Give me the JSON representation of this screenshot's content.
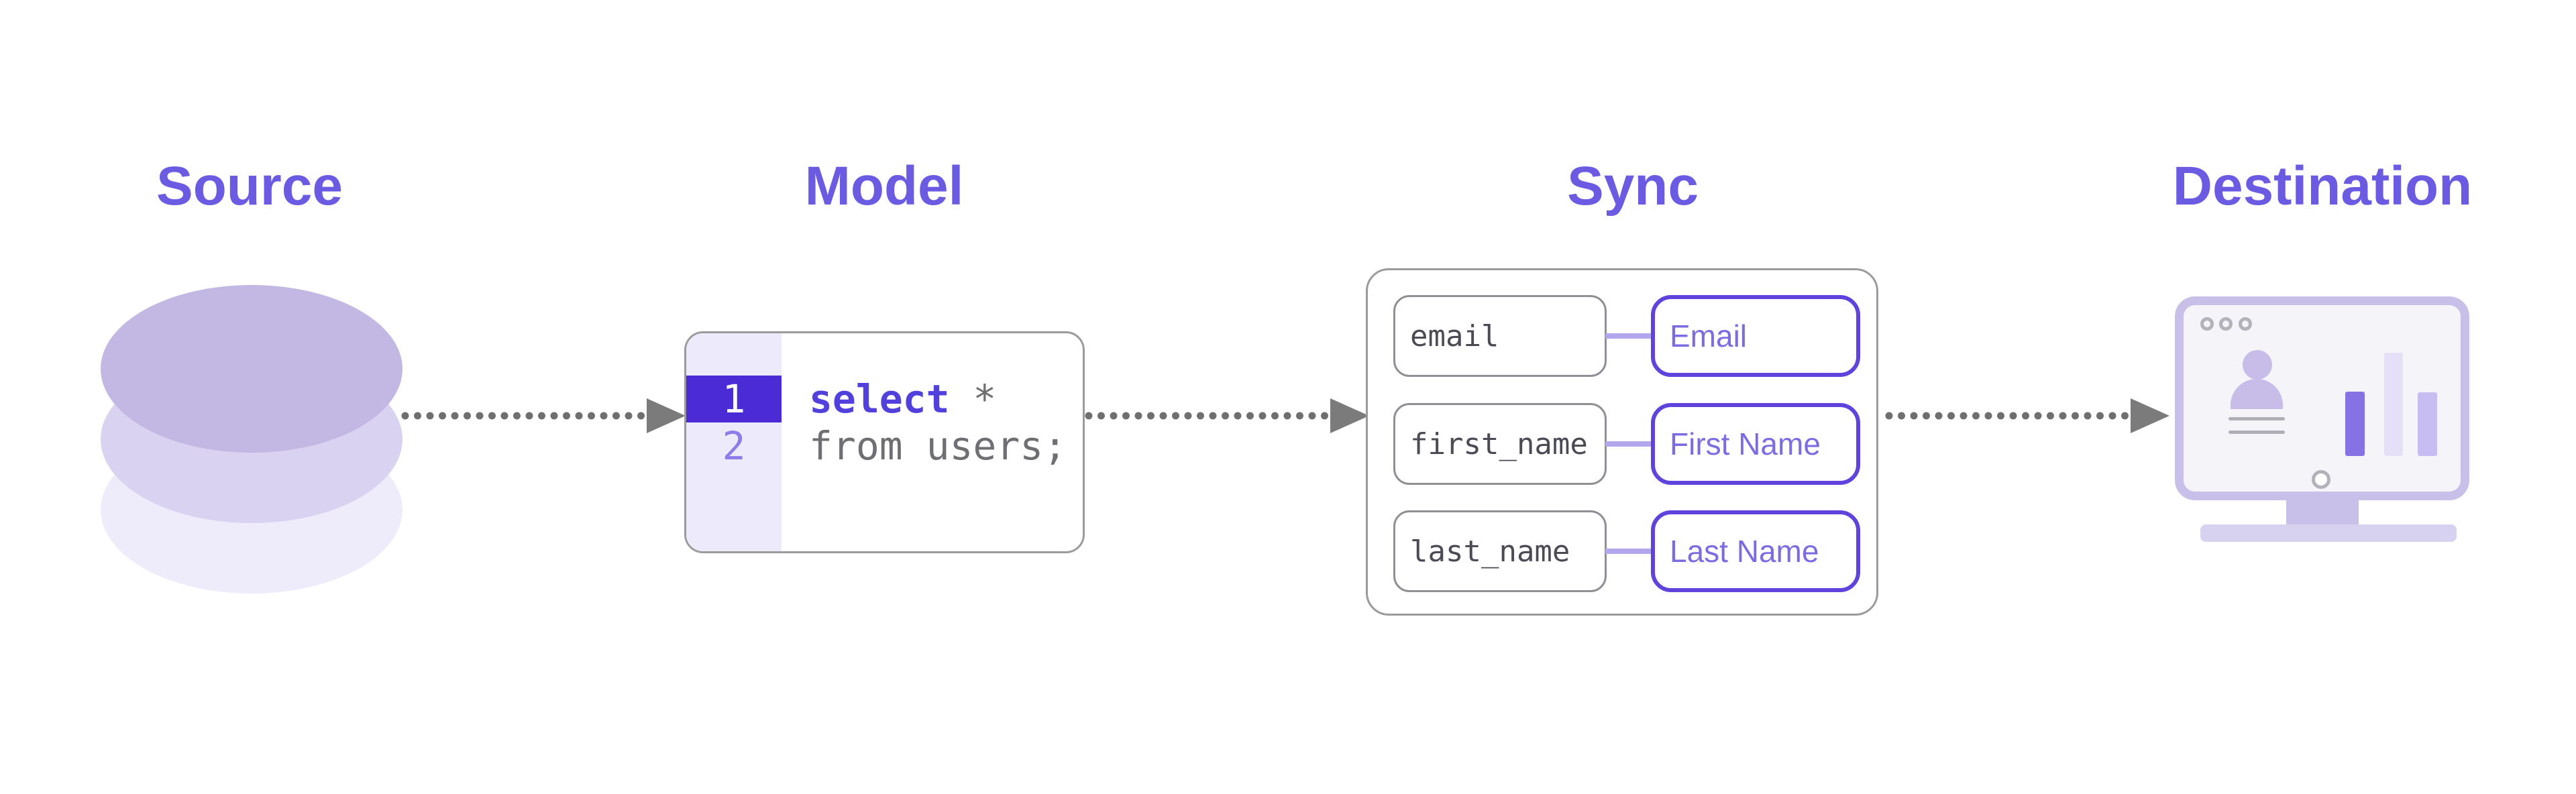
{
  "diagram": {
    "stages": [
      {
        "id": "source",
        "label": "Source",
        "icon": "database-icon"
      },
      {
        "id": "model",
        "label": "Model",
        "icon": "sql-editor"
      },
      {
        "id": "sync",
        "label": "Sync",
        "icon": "field-mapping-panel"
      },
      {
        "id": "destination",
        "label": "Destination",
        "icon": "monitor-analytics-icon"
      }
    ]
  },
  "sql_editor": {
    "lines": [
      {
        "number": "1",
        "highlighted": true,
        "keyword": "select",
        "rest": " *"
      },
      {
        "number": "2",
        "highlighted": false,
        "keyword": "",
        "rest": "from users;"
      }
    ]
  },
  "field_mappings": [
    {
      "source_field": "email",
      "destination_field": "Email"
    },
    {
      "source_field": "first_name",
      "destination_field": "First Name"
    },
    {
      "source_field": "last_name",
      "destination_field": "Last Name"
    }
  ],
  "colors": {
    "title": "#6b5be3",
    "arrow_gray": "#6f6f6f",
    "arrowhead_gray": "#7b7b7b",
    "box_border_gray": "#9b9b9b",
    "editor_gutter": "#edeafb",
    "editor_highlight": "#4a2bd6",
    "editor_line_number_active": "#ffffff",
    "editor_line_number": "#8d7ce9",
    "sql_keyword": "#5240dd",
    "sql_text_gray": "#6e6e73",
    "field_pill_border": "#8f8f95",
    "field_pill_text": "#4b4b55",
    "mapped_pill_border": "#5f43dc",
    "mapped_pill_text": "#7c6ce4",
    "connector": "#b4a6ec",
    "db_top": "#c3b8e4",
    "db_middle": "#d9d2f0",
    "db_bottom": "#eeebfa",
    "monitor_bezel": "#c9c0ea",
    "monitor_screen": "#f5f4f8",
    "monitor_person": "#c8bce9",
    "monitor_text_line": "#b0afb8",
    "monitor_dot_ring": "#b3b2ba",
    "bar_1": "#8672e5",
    "bar_2": "#e5dff7",
    "bar_3": "#c8bdf2",
    "monitor_stand": "#c9c0ea",
    "monitor_base": "#d8d2f1"
  }
}
